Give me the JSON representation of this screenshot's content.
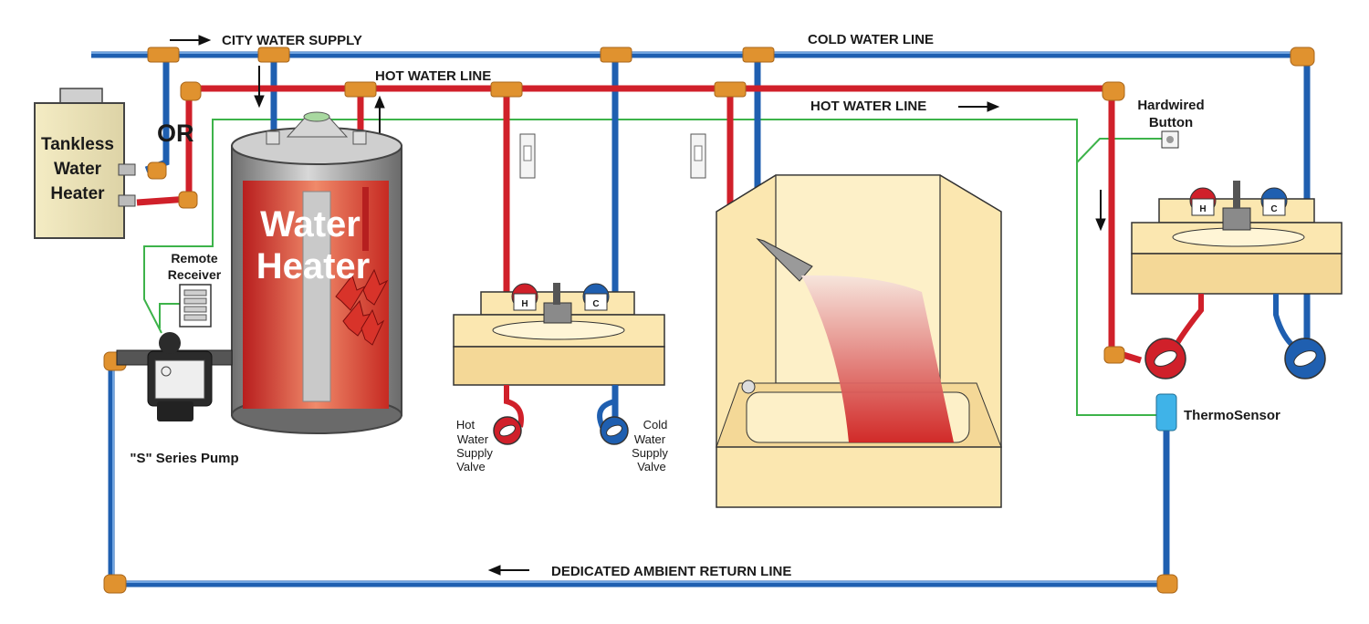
{
  "labels": {
    "city_water_supply": "CITY WATER SUPPLY",
    "cold_water_line": "COLD WATER LINE",
    "hot_water_line_top": "HOT WATER LINE",
    "hot_water_line_right": "HOT WATER LINE",
    "hardwired_button_1": "Hardwired",
    "hardwired_button_2": "Button",
    "tankless_1": "Tankless",
    "tankless_2": "Water",
    "tankless_3": "Heater",
    "or": "OR",
    "water_heater_1": "Water",
    "water_heater_2": "Heater",
    "remote_receiver_1": "Remote",
    "remote_receiver_2": "Receiver",
    "pump": "\"S\" Series Pump",
    "hot_valve_1": "Hot",
    "hot_valve_2": "Water",
    "hot_valve_3": "Supply",
    "hot_valve_4": "Valve",
    "cold_valve_1": "Cold",
    "cold_valve_2": "Water",
    "cold_valve_3": "Supply",
    "cold_valve_4": "Valve",
    "thermosensor": "ThermoSensor",
    "return_line": "DEDICATED AMBIENT RETURN LINE",
    "faucet_hot": "H",
    "faucet_cold": "C"
  },
  "colors": {
    "hot_pipe": "#d0202a",
    "cold_pipe": "#1f5fb0",
    "fitting": "#e0922f",
    "wire": "#3db34a",
    "fixture": "#fbe7b0",
    "heater_body": "#9a9a9a",
    "sensor": "#3fb3e8"
  }
}
